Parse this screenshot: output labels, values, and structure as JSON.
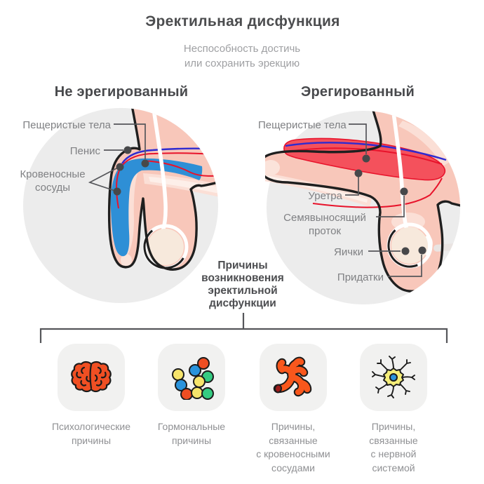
{
  "title": "Эректильная дисфункция",
  "subtitle": "Неспособность достичь\nили сохранить эрекцию",
  "figures": {
    "flaccid": {
      "heading": "Не эрегированный",
      "labels": {
        "corpora": "Пещеристые тела",
        "penis": "Пенис",
        "vessels": "Кровеносные\nсосуды"
      }
    },
    "erect": {
      "heading": "Эрегированный",
      "labels": {
        "corpora": "Пещеристые тела",
        "urethra": "Уретра",
        "vas": "Семявыносящий\nпроток",
        "testicles": "Яички",
        "epididymis": "Придатки"
      }
    }
  },
  "causes": {
    "heading": "Причины\nвозникновения\nэректильной\nдисфункции",
    "items": [
      {
        "icon": "brain-icon",
        "label": "Психологические\nпричины"
      },
      {
        "icon": "hormones-icon",
        "label": "Гормональные\nпричины"
      },
      {
        "icon": "blood-vessels-icon",
        "label": "Причины,\nсвязанные\nс кровеносными\nсосудами"
      },
      {
        "icon": "neuron-icon",
        "label": "Причины,\nсвязанные\nс нервной\nсистемой"
      }
    ]
  },
  "colors": {
    "title_text": "#4c4d4f",
    "muted_text": "#9fa0a3",
    "label_text": "#7f8083",
    "caption_text": "#8f9093",
    "circle_bg": "#ececec",
    "card_bg": "#f1f1f0",
    "skin": "#f8c7ba",
    "skin_light": "#fbdfd6",
    "skin_lighter": "#fdefe9",
    "flaccid_corpora_blue": "#2e8fd6",
    "erect_corpora_red": "#f4515c",
    "vein_blue": "#2f2bd0",
    "artery_red": "#e8132b",
    "outline_black": "#1f1f1f",
    "leader_gray": "#55565a",
    "dot_gray": "#47484a",
    "brain_orange": "#f04f23",
    "vessel_orange": "#f9571c",
    "vessel_cut_dark_red": "#9b1b1b",
    "neuron_yellow": "#f5ee79",
    "nucleus_blue": "#2a93dc",
    "hormone_yellow": "#f6e46b",
    "hormone_blue": "#2a93dc",
    "hormone_red": "#ee4e23",
    "hormone_green": "#35cb82",
    "testicle_cream": "#f7e9dc"
  }
}
